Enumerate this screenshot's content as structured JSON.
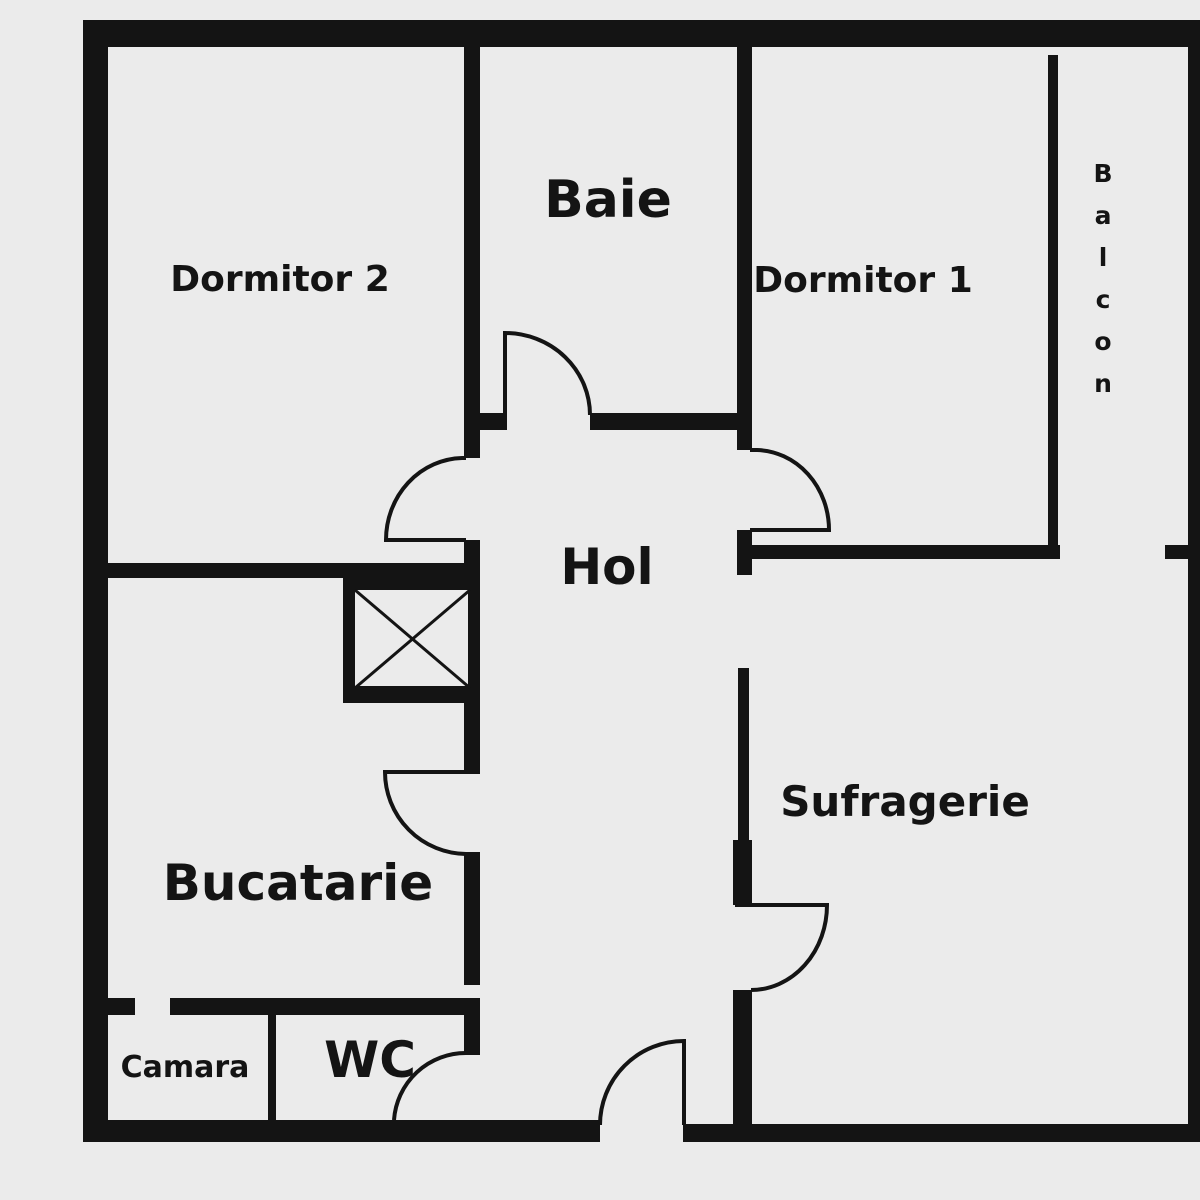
{
  "rooms": {
    "dormitor2": "Dormitor 2",
    "baie": "Baie",
    "dormitor1": "Dormitor 1",
    "balcon": [
      "B",
      "a",
      "l",
      "c",
      "o",
      "n"
    ],
    "hol": "Hol",
    "sufragerie": "Sufragerie",
    "bucatarie": "Bucatarie",
    "camara": "Camara",
    "wc": "WC"
  },
  "colors": {
    "background": "#ebebeb",
    "wall": "#141414"
  }
}
